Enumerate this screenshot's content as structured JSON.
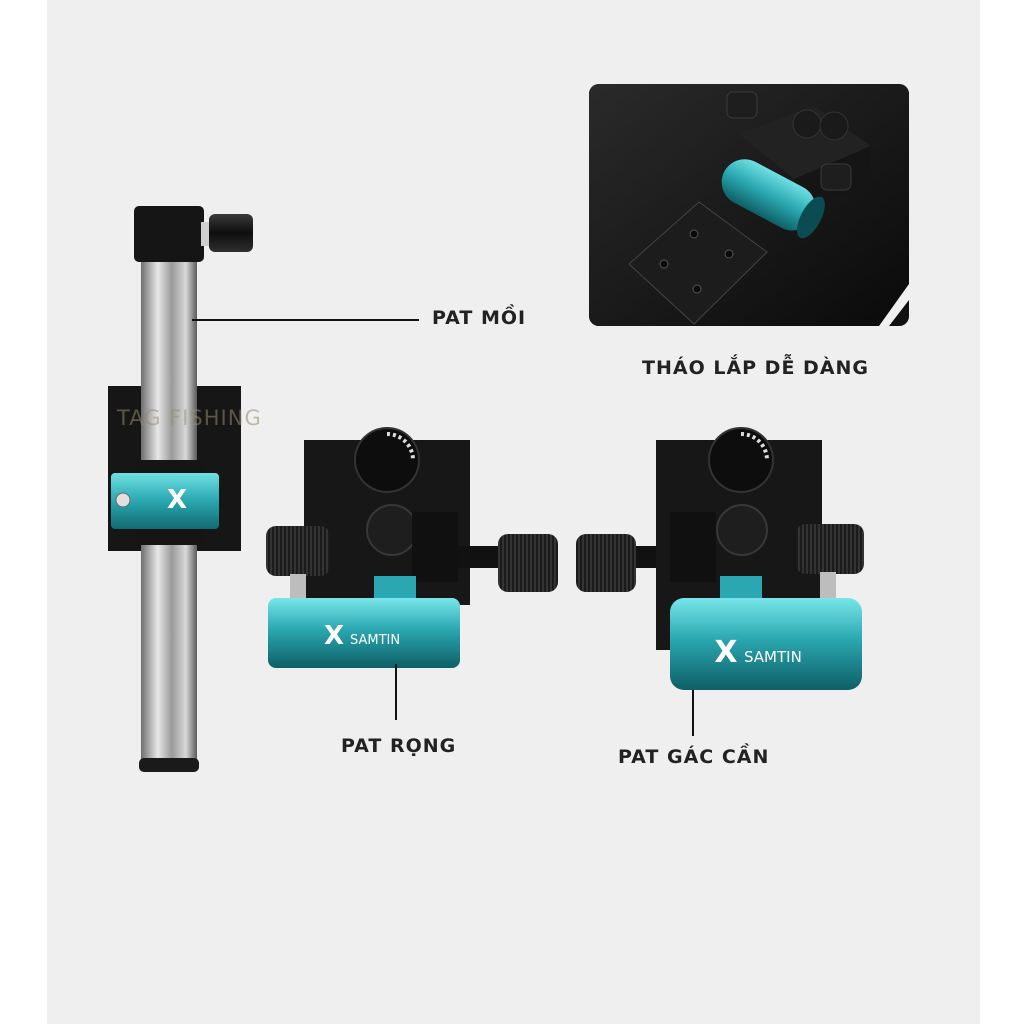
{
  "labels": {
    "pat_moi": "PAT MỒI",
    "thao_lap": "THÁO LẮP DỄ DÀNG",
    "pat_rong": "PAT RỌNG",
    "pat_gac_can": "PAT GÁC CẦN"
  },
  "brand": {
    "logo_text": "SAMTIN",
    "watermark": "TAG FISHING"
  },
  "colors": {
    "teal": "#2aa7b0",
    "teal_light": "#5fd3d8",
    "black": "#141414",
    "steel": "#b8b8b8",
    "background": "#efefef"
  }
}
